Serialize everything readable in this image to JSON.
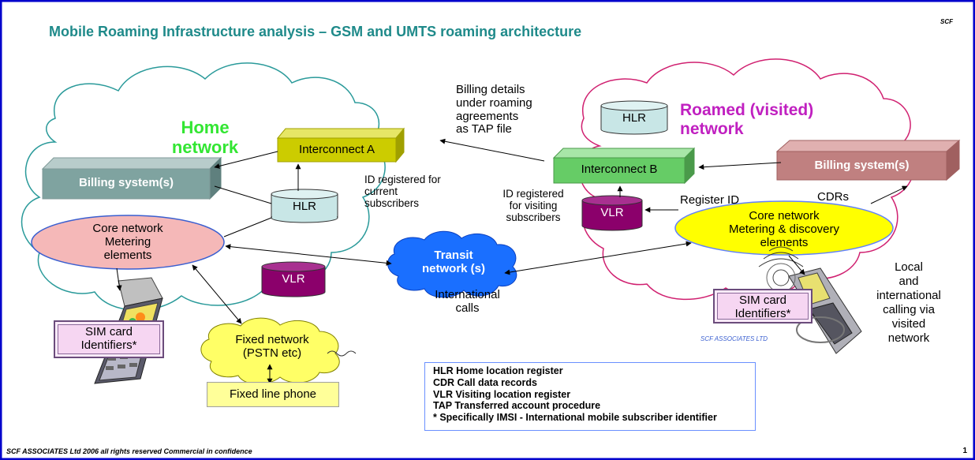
{
  "title": "Mobile Roaming Infrastructure  analysis – GSM and UMTS roaming architecture",
  "corner_tag": "SCF",
  "footer": "SCF  ASSOCIATES  Ltd  2006  all rights reserved      Commercial in confidence",
  "page_number": "1",
  "home": {
    "title_line1": "Home",
    "title_line2": "network",
    "billing": "Billing system(s)",
    "interconnect": "Interconnect A",
    "hlr": "HLR",
    "vlr": "VLR",
    "core_line1": "Core network",
    "core_line2": "Metering",
    "core_line3": "elements",
    "id_note_line1": "ID registered for",
    "id_note_line2": "current",
    "id_note_line3": "subscribers",
    "sim_line1": "SIM card",
    "sim_line2": "Identifiers*",
    "fixed_line1": "Fixed network",
    "fixed_line2": "(PSTN etc)",
    "fixed_phone": "Fixed line phone"
  },
  "visited": {
    "title_line1": "Roamed (visited)",
    "title_line2": "network",
    "billing": "Billing system(s)",
    "interconnect": "Interconnect B",
    "hlr": "HLR",
    "vlr": "VLR",
    "core_line1": "Core network",
    "core_line2": "Metering & discovery",
    "core_line3": "elements",
    "id_note_line1": "ID registered",
    "id_note_line2": "for  visiting",
    "id_note_line3": "subscribers",
    "register_id": "Register ID",
    "cdrs": "CDRs",
    "sim_line1": "SIM card",
    "sim_line2": "Identifiers*",
    "local_line1": "Local",
    "local_line2": "and",
    "local_line3": "international",
    "local_line4": "calling via",
    "local_line5": "visited",
    "local_line6": "network",
    "watermark": "SCF ASSOCIATES  LTD"
  },
  "billing_details": {
    "line1": "Billing details",
    "line2": "under roaming",
    "line3": "agreements",
    "line4": "as TAP file"
  },
  "transit": {
    "line1": "Transit",
    "line2": "network (s)",
    "caption_line1": "International",
    "caption_line2": "calls"
  },
  "legend": {
    "line1": "HLR Home location register",
    "line2": "CDR  Call data records",
    "line3": "VLR Visiting location register",
    "line4": "TAP Transferred account procedure",
    "line5": "* Specifically IMSI - International mobile subscriber identifier"
  },
  "colors": {
    "frame": "#0000cc",
    "title": "#1f8a8a",
    "home_title": "#33e633",
    "visited_title": "#c020c0",
    "home_billing": "#7fa3a0",
    "interconnect_a": "#cccc00",
    "interconnect_b": "#66cc66",
    "visited_billing": "#c08080",
    "hlr": "#c8e6e6",
    "vlr": "#8b006b",
    "home_core": "#f5b8b8",
    "visited_core": "#ffff00",
    "transit": "#1a6fff",
    "fixed_network": "#ffff66"
  }
}
